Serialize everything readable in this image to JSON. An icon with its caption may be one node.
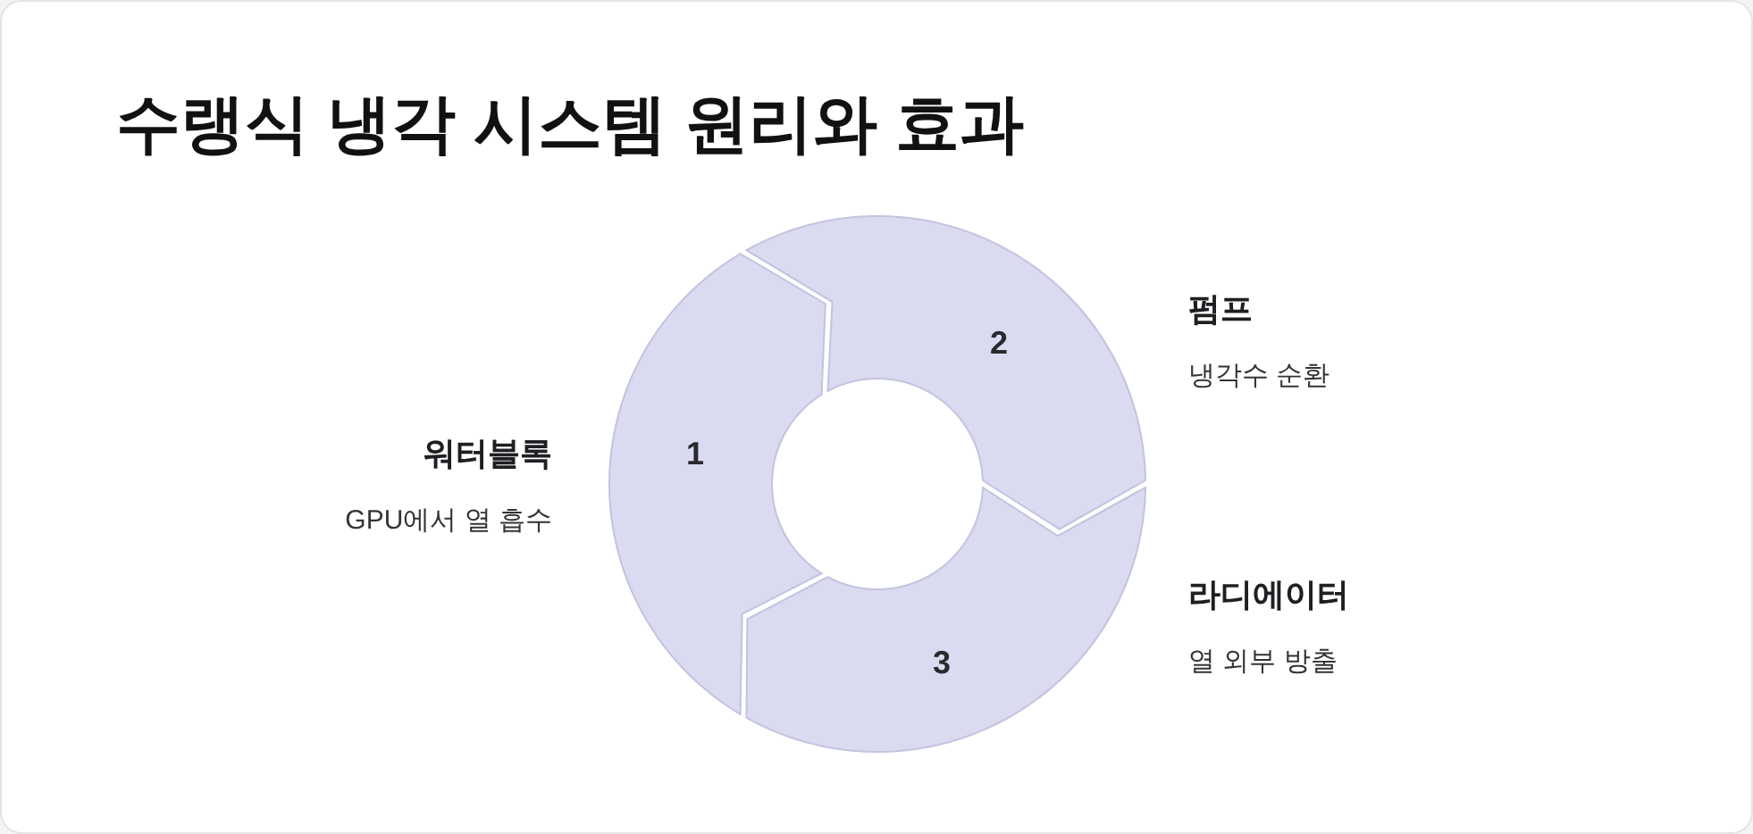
{
  "diagram": {
    "title": "수랭식 냉각 시스템 원리와 효과",
    "nodes": [
      {
        "text": [
          "1"
        ],
        "beside": [
          "워터블록",
          "GPU에서 열 흡수"
        ]
      },
      {
        "text": [
          "2"
        ],
        "beside": [
          "펌프",
          "냉각수 순환"
        ]
      },
      {
        "text": [
          "3"
        ],
        "beside": [
          "라디에이터",
          "열 외부 방출"
        ]
      }
    ]
  }
}
